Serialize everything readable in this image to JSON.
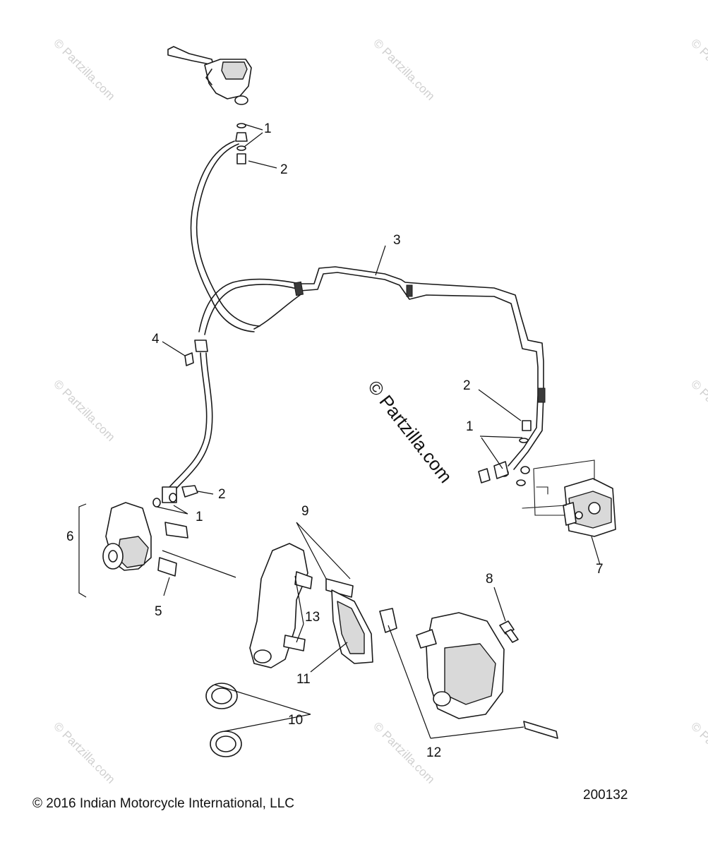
{
  "diagram": {
    "watermark": "© Partzilla.com",
    "copyright": "© 2016 Indian Motorcycle International, LLC",
    "drawing_number": "200132",
    "callouts": {
      "c1_top": "1",
      "c2_top": "2",
      "c3": "3",
      "c4": "4",
      "c2_right": "2",
      "c1_right": "1",
      "c2_left": "2",
      "c1_left": "1",
      "c6": "6",
      "c5": "5",
      "c9": "9",
      "c13": "13",
      "c11": "11",
      "c10": "10",
      "c12": "12",
      "c8": "8",
      "c7": "7"
    }
  }
}
